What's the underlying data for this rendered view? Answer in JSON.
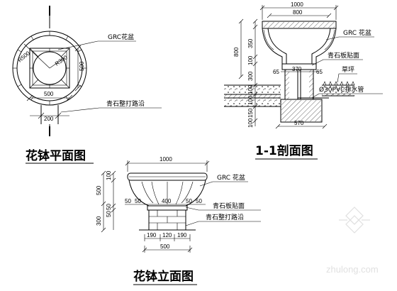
{
  "plan": {
    "title": "花钵平面图",
    "label_pot": "GRC花盆",
    "label_edge": "青石整打路沿",
    "dim_r500": "R500",
    "dim_r300": "R300",
    "dim_500_right": "500",
    "dim_500_bottom": "500",
    "dim_200": "200"
  },
  "section": {
    "title": "1-1剖面图",
    "label_pot": "GRC 花盆",
    "label_slab": "青石板贴面",
    "label_lawn": "草坪",
    "label_pipe": "Ø30PVC排水管",
    "dim_top_1000": "1000",
    "dim_top_800": "800",
    "dim_800": "800",
    "dim_350": "350",
    "dim_100_a": "100",
    "dim_300": "300",
    "dim_100_b": "100",
    "dim_65_left": "65",
    "dim_370": "370",
    "dim_65_right": "65",
    "dim_100_c": "100",
    "dim_150": "150",
    "dim_100_d": "100",
    "dim_570": "570"
  },
  "elevation": {
    "title": "花钵立面图",
    "label_pot": "GRC 花盆",
    "label_slab": "青石板贴面",
    "label_edge": "青石整打路沿",
    "dim_1000": "1000",
    "dim_100": "100",
    "dim_500": "500",
    "dim_50_a": "50",
    "dim_50_b": "50",
    "dim_300": "300",
    "dim_50_c": "50",
    "dim_50_d": "50",
    "dim_400": "400",
    "dim_50_e": "50",
    "dim_50_f": "50",
    "dim_190_a": "190",
    "dim_120": "120",
    "dim_190_b": "190",
    "dim_500_bottom": "500"
  },
  "watermark": "zhulong.com"
}
